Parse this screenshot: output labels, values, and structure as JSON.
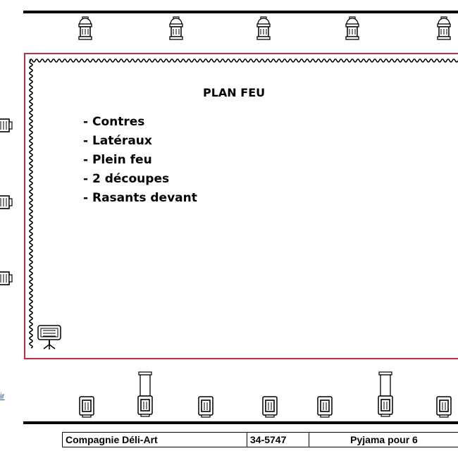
{
  "plan": {
    "title": "PLAN FEU",
    "items": [
      "- Contres",
      "- Latéraux",
      "- Plein feu",
      "- 2 découpes",
      "- Rasants devant"
    ]
  },
  "side_link": {
    "text": "ir"
  },
  "footer": {
    "company": "Compagnie Déli-Art",
    "code": "34-5747",
    "show": "Pyjama pour 6"
  },
  "colors": {
    "stage_border": "#c0303a",
    "curtain": "#000000",
    "link": "#2a5db0"
  },
  "icons": {
    "top_fixture": "hanging-spotlight-icon",
    "side_fixture": "side-spotlight-icon",
    "floor_fixture": "floor-spotlight-icon",
    "tall_fixture": "tower-spotlight-icon",
    "stand_fixture": "tripod-spotlight-icon"
  }
}
